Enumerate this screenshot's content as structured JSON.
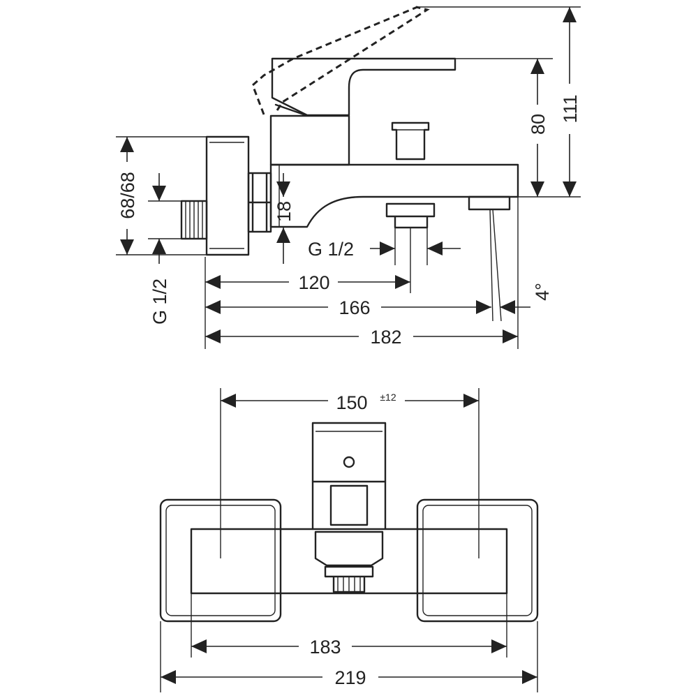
{
  "side_view": {
    "dim_height_total": "111",
    "dim_height_spout": "80",
    "dim_connection": "68/68",
    "dim_thread_left": "G 1/2",
    "dim_thread_bottom": "G 1/2",
    "dim_offset": "18",
    "dim_120": "120",
    "dim_166": "166",
    "dim_182": "182",
    "dim_angle": "4°"
  },
  "top_view": {
    "dim_centers": "150",
    "dim_centers_tol": "±12",
    "dim_183": "183",
    "dim_219": "219"
  }
}
